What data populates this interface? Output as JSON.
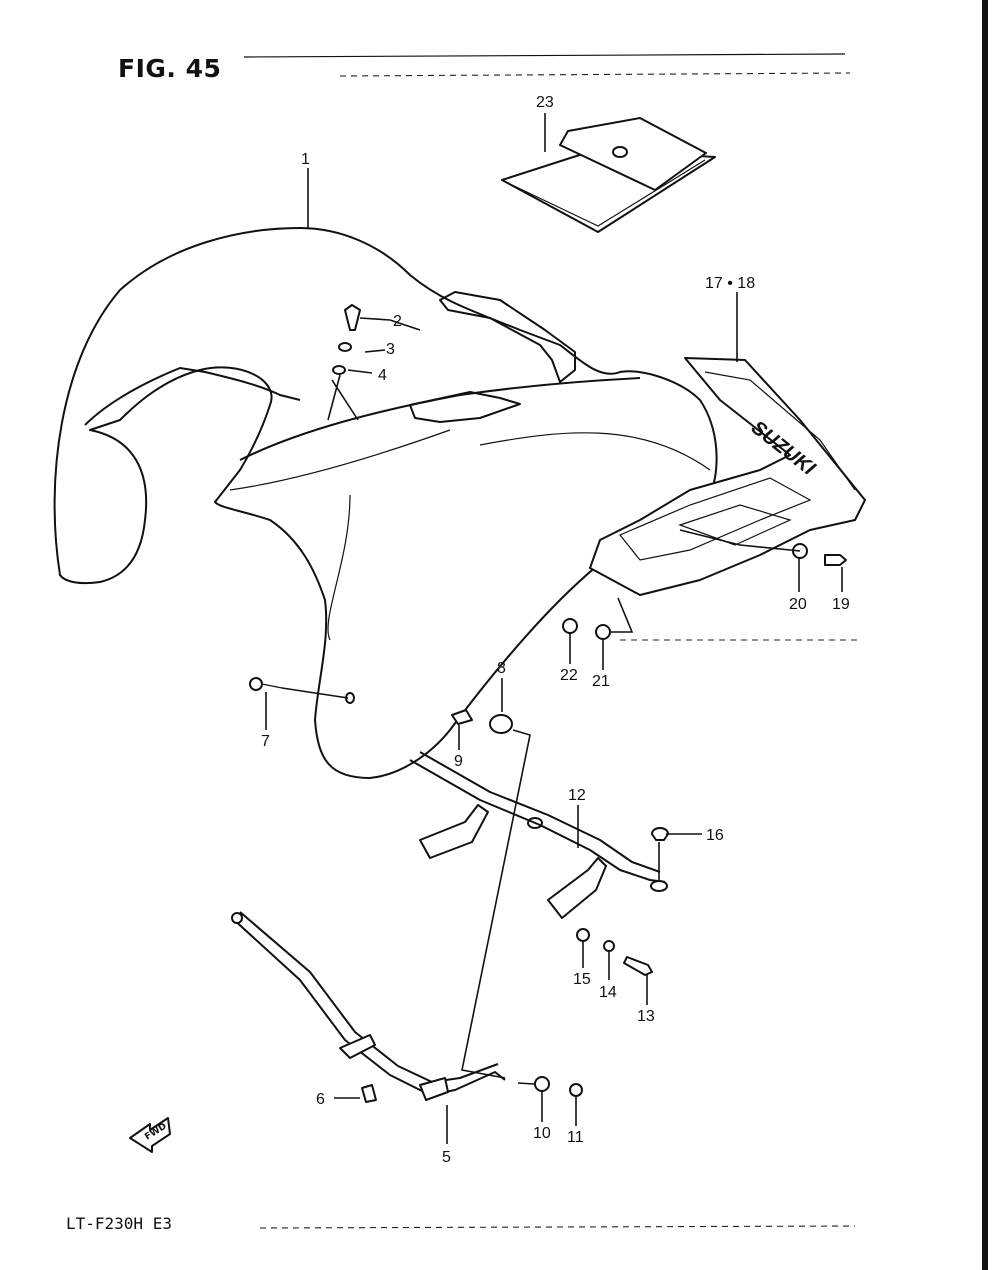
{
  "figure": {
    "title": "FIG. 45",
    "model": "LT-F230H  E3"
  },
  "decal_text": "SUZUKI",
  "direction_marker": "FWD",
  "callouts": {
    "c1": "1",
    "c2": "2",
    "c3": "3",
    "c4": "4",
    "c5": "5",
    "c6": "6",
    "c7": "7",
    "c8": "8",
    "c9": "9",
    "c10": "10",
    "c11": "11",
    "c12": "12",
    "c13": "13",
    "c14": "14",
    "c15": "15",
    "c16": "16",
    "c1718": "17 • 18",
    "c19": "19",
    "c20": "20",
    "c21": "21",
    "c22": "22",
    "c23": "23"
  }
}
